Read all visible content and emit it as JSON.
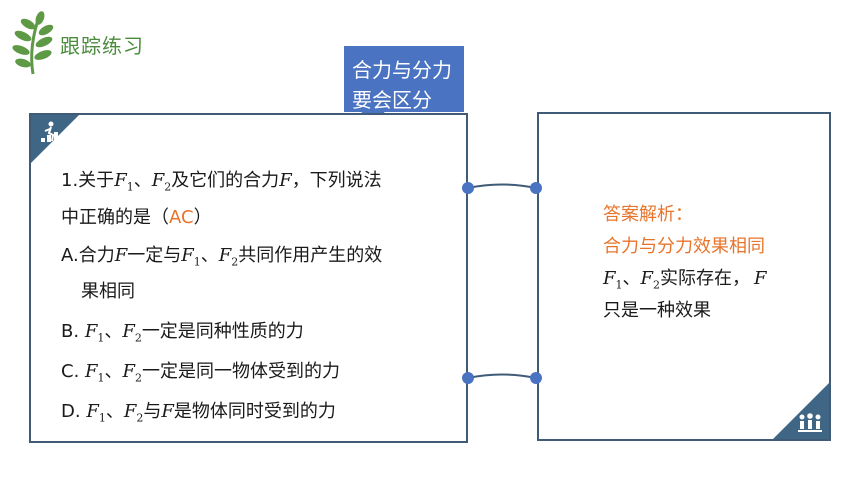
{
  "header": {
    "title": "跟踪练习"
  },
  "callout": {
    "line1": "合力与分力",
    "line2": "要会区分"
  },
  "question": {
    "intro": "1.关于",
    "F1": "F",
    "F1_sub": "1",
    "sep": "、",
    "F2": "F",
    "F2_sub": "2",
    "mid": "及它们的合力",
    "F": "F",
    "tail": "，下列说法",
    "line2_prefix": "中正确的是（",
    "answer": "AC",
    "line2_suffix": "）",
    "optA_pre": "A.合力",
    "optA_F": "F",
    "optA_mid": "一定与",
    "optA_rest": "共同作用产生的效",
    "optA_line2": "果相同",
    "optB_pre": "B.",
    "optB_rest": "一定是同种性质的力",
    "optC_pre": "C.",
    "optC_rest": "一定是同一物体受到的力",
    "optD_pre": "D.",
    "optD_mid": "与",
    "optD_F": "F",
    "optD_rest": "是物体同时受到的力"
  },
  "analysis": {
    "heading1": "答案解析：",
    "heading2": "合力与分力效果相同",
    "body1_F": "F",
    "body1_rest": "实际存在，",
    "body1_end": "F",
    "body2": "只是一种效果"
  },
  "colors": {
    "accent_green": "#4a8c3c",
    "callout_blue": "#4a73c2",
    "card_border": "#3f5b77",
    "answer_orange": "#e8742c"
  }
}
